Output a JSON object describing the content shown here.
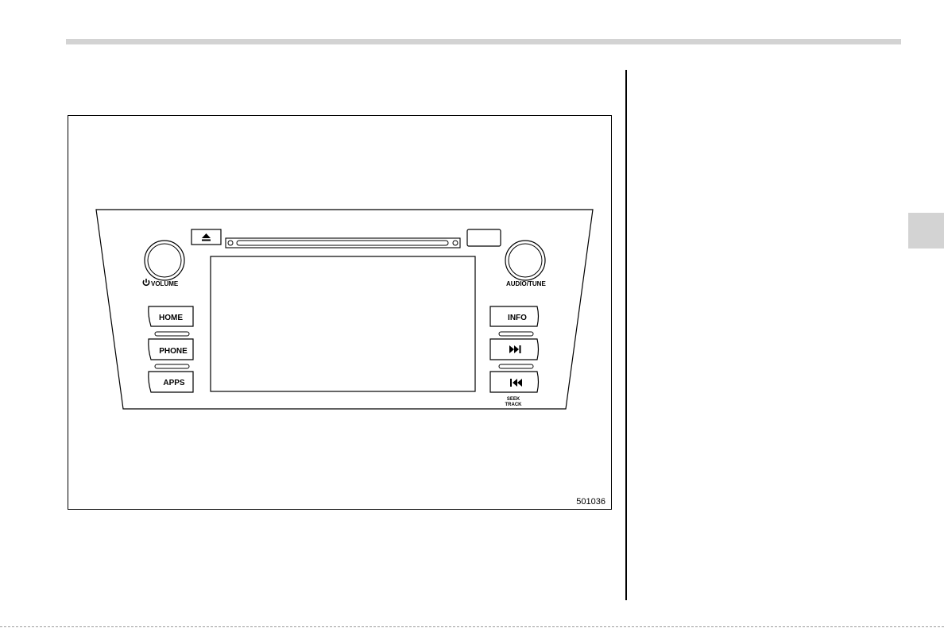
{
  "figure": {
    "id": "501036",
    "labels": {
      "volume": "VOLUME",
      "audio_tune": "AUDIO/TUNE",
      "home": "HOME",
      "phone": "PHONE",
      "apps": "APPS",
      "info": "INFO",
      "seek_line1": "SEEK",
      "seek_line2": "TRACK"
    },
    "icons": {
      "eject": "eject-icon",
      "power": "power-icon",
      "next": "skip-forward-icon",
      "prev": "skip-back-icon"
    }
  },
  "colors": {
    "line": "#000000",
    "tab_gray": "#d3d3d3"
  }
}
